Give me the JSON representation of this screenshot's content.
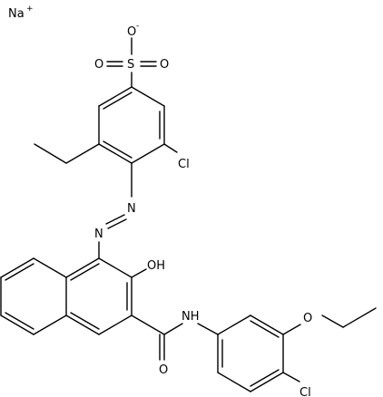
{
  "structure": {
    "labels": {
      "na": "Na",
      "na_charge": "+",
      "o_minus": "O",
      "o_minus_charge": "-",
      "s": "S",
      "o_left": "O",
      "o_right": "O",
      "cl_top": "Cl",
      "n_upper": "N",
      "n_lower": "N",
      "oh": "OH",
      "nh": "NH",
      "o_amide": "O",
      "o_ether": "O",
      "cl_bottom": "Cl"
    }
  }
}
